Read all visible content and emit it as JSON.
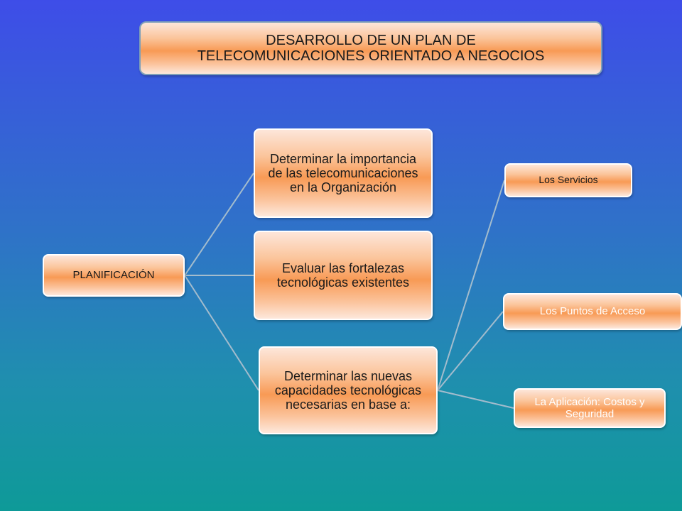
{
  "title": "DESARROLLO DE UN PLAN DE\nTELECOMUNICACIONES ORIENTADO A NEGOCIOS",
  "root": "PLANIFICACIÓN",
  "branches": [
    "Determinar la importancia de las telecomunicaciones en la Organización",
    "Evaluar las fortalezas tecnológicas existentes",
    "Determinar las nuevas capacidades tecnológicas necesarias en base a:"
  ],
  "leaves": [
    "Los Servicios",
    "Los Puntos de Acceso",
    "La Aplicación: Costos y Seguridad"
  ],
  "colors": {
    "background_top": "#3e4de8",
    "background_bottom": "#0e9a98",
    "box_orange": "#f89a55",
    "connector": "#9fb8cc"
  }
}
